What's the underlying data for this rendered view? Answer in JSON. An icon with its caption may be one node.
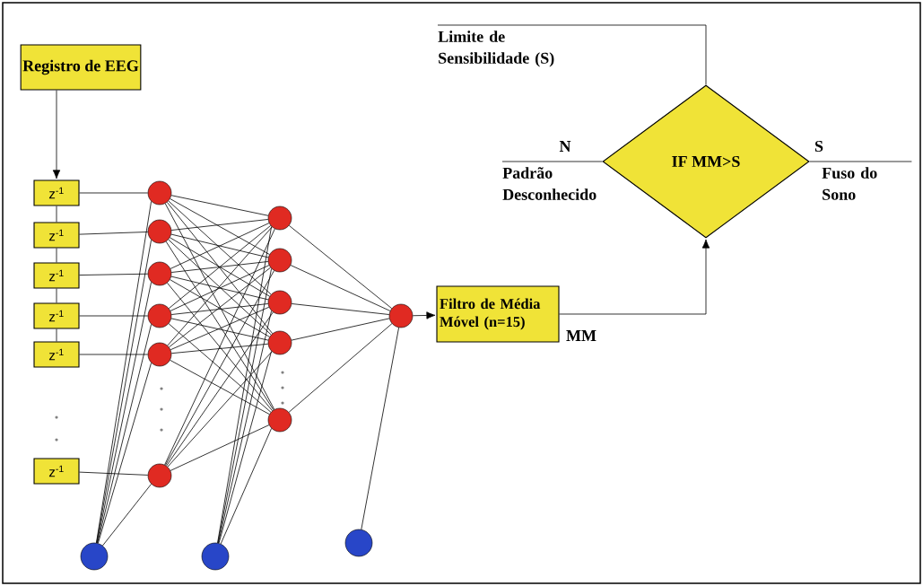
{
  "diagram": {
    "nodes": [
      {
        "text": [
          "Registro de EEG"
        ]
      },
      {
        "text": [
          "IF MM>S"
        ]
      },
      {
        "text": [
          "Filtro de Média Móvel (n=15)"
        ]
      },
      {
        "text": [
          "z$^{-1}$"
        ]
      },
      {
        "text": [
          "z$^{-1}$"
        ]
      },
      {
        "text": [
          "z$^{-1}$"
        ]
      },
      {
        "text": [
          "z$^{-1}$"
        ]
      },
      {
        "text": [
          "z$^{-1}$"
        ]
      },
      {
        "text": [
          "z$^{-1}$"
        ]
      },
      {
        "text": [],
        "shape": "circle"
      },
      {
        "text": [],
        "shape": "circle"
      },
      {
        "text": [],
        "shape": "circle"
      },
      {
        "text": [],
        "shape": "circle"
      },
      {
        "text": [],
        "shape": "circle"
      },
      {
        "text": [],
        "shape": "circle"
      },
      {
        "text": [],
        "shape": "circle"
      },
      {
        "text": [],
        "shape": "circle"
      },
      {
        "text": [],
        "shape": "circle"
      },
      {
        "text": [],
        "shape": "circle"
      },
      {
        "text": [],
        "shape": "circle"
      },
      {
        "text": [],
        "shape": "circle"
      },
      {
        "text": [],
        "shape": "circle"
      },
      {
        "text": [],
        "shape": "circle"
      },
      {
        "text": [],
        "shape": "circle"
      },
      {
        "text": [
          "Limite de Sensibilidade (S)"
        ]
      },
      {
        "text": [
          "Padrão Desconhecido"
        ]
      },
      {
        "text": [
          "Fuso do Sono"
        ]
      }
    ],
    "edges": [
      {
        "from": 0,
        "to": 3,
        "arrow": "to"
      },
      {
        "from": 3,
        "to": 4,
        "arrow": "none"
      },
      {
        "from": 4,
        "to": 5,
        "arrow": "none"
      },
      {
        "from": 5,
        "to": 6,
        "arrow": "none"
      },
      {
        "from": 6,
        "to": 7,
        "arrow": "none"
      },
      {
        "from": 3,
        "to": 9,
        "arrow": "none"
      },
      {
        "from": 4,
        "to": 10,
        "arrow": "none"
      },
      {
        "from": 5,
        "to": 11,
        "arrow": "none"
      },
      {
        "from": 6,
        "to": 12,
        "arrow": "none"
      },
      {
        "from": 7,
        "to": 13,
        "arrow": "none"
      },
      {
        "from": 8,
        "to": 14,
        "arrow": "none"
      },
      {
        "from": 9,
        "to": 15,
        "arrow": "none"
      },
      {
        "from": 9,
        "to": 16,
        "arrow": "none"
      },
      {
        "from": 9,
        "to": 17,
        "arrow": "none"
      },
      {
        "from": 9,
        "to": 18,
        "arrow": "none"
      },
      {
        "from": 9,
        "to": 19,
        "arrow": "none"
      },
      {
        "from": 10,
        "to": 15,
        "arrow": "none"
      },
      {
        "from": 10,
        "to": 16,
        "arrow": "none"
      },
      {
        "from": 10,
        "to": 17,
        "arrow": "none"
      },
      {
        "from": 10,
        "to": 18,
        "arrow": "none"
      },
      {
        "from": 10,
        "to": 19,
        "arrow": "none"
      },
      {
        "from": 11,
        "to": 15,
        "arrow": "none"
      },
      {
        "from": 11,
        "to": 16,
        "arrow": "none"
      },
      {
        "from": 11,
        "to": 17,
        "arrow": "none"
      },
      {
        "from": 11,
        "to": 18,
        "arrow": "none"
      },
      {
        "from": 11,
        "to": 19,
        "arrow": "none"
      },
      {
        "from": 12,
        "to": 15,
        "arrow": "none"
      },
      {
        "from": 12,
        "to": 16,
        "arrow": "none"
      },
      {
        "from": 12,
        "to": 17,
        "arrow": "none"
      },
      {
        "from": 12,
        "to": 18,
        "arrow": "none"
      },
      {
        "from": 12,
        "to": 19,
        "arrow": "none"
      },
      {
        "from": 13,
        "to": 15,
        "arrow": "none"
      },
      {
        "from": 13,
        "to": 16,
        "arrow": "none"
      },
      {
        "from": 13,
        "to": 17,
        "arrow": "none"
      },
      {
        "from": 13,
        "to": 18,
        "arrow": "none"
      },
      {
        "from": 13,
        "to": 19,
        "arrow": "none"
      },
      {
        "from": 14,
        "to": 15,
        "arrow": "none"
      },
      {
        "from": 14,
        "to": 16,
        "arrow": "none"
      },
      {
        "from": 14,
        "to": 17,
        "arrow": "none"
      },
      {
        "from": 14,
        "to": 18,
        "arrow": "none"
      },
      {
        "from": 14,
        "to": 19,
        "arrow": "none"
      },
      {
        "from": 15,
        "to": 20,
        "arrow": "none"
      },
      {
        "from": 16,
        "to": 20,
        "arrow": "none"
      },
      {
        "from": 17,
        "to": 20,
        "arrow": "none"
      },
      {
        "from": 18,
        "to": 20,
        "arrow": "none"
      },
      {
        "from": 19,
        "to": 20,
        "arrow": "none"
      },
      {
        "from": 21,
        "to": 9,
        "arrow": "none"
      },
      {
        "from": 21,
        "to": 10,
        "arrow": "none"
      },
      {
        "from": 21,
        "to": 11,
        "arrow": "none"
      },
      {
        "from": 21,
        "to": 12,
        "arrow": "none"
      },
      {
        "from": 21,
        "to": 13,
        "arrow": "none"
      },
      {
        "from": 21,
        "to": 14,
        "arrow": "none"
      },
      {
        "from": 22,
        "to": 15,
        "arrow": "none"
      },
      {
        "from": 22,
        "to": 16,
        "arrow": "none"
      },
      {
        "from": 22,
        "to": 17,
        "arrow": "none"
      },
      {
        "from": 22,
        "to": 18,
        "arrow": "none"
      },
      {
        "from": 22,
        "to": 19,
        "arrow": "none"
      },
      {
        "from": 23,
        "to": 20,
        "arrow": "none"
      },
      {
        "from": 20,
        "to": 2,
        "arrow": "to"
      },
      {
        "from": 2,
        "to": 1,
        "arrow": "to",
        "label": "MM"
      },
      {
        "from": 24,
        "to": 1,
        "arrow": "none"
      },
      {
        "from": 1,
        "to": 25,
        "arrow": "none",
        "label": "N"
      },
      {
        "from": 1,
        "to": 26,
        "arrow": "none",
        "label": "S"
      }
    ]
  }
}
